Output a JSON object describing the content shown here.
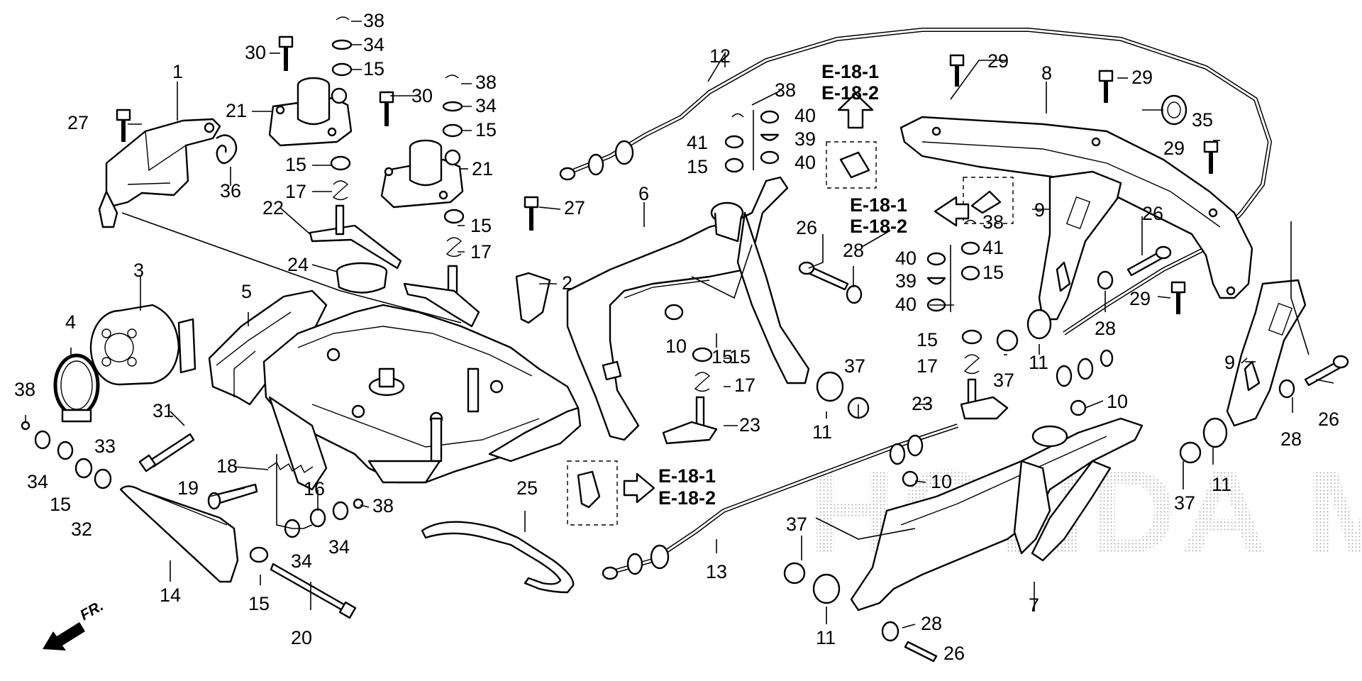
{
  "callouts": {
    "c1": "1",
    "c2": "2",
    "c3": "3",
    "c4": "4",
    "c5": "5",
    "c6": "6",
    "c7": "7",
    "c8": "8",
    "c9a": "9",
    "c9b": "9",
    "c10a": "10",
    "c10b": "10",
    "c10c": "10",
    "c11a": "11",
    "c11b": "11",
    "c11c": "11",
    "c11d": "11",
    "c12": "12",
    "c13": "13",
    "c14": "14",
    "c15a": "15",
    "c15b": "15",
    "c15c": "15",
    "c15d": "15",
    "c15e": "15",
    "c15f": "15",
    "c15g": "15",
    "c15h": "15",
    "c15i": "15",
    "c15j": "15",
    "c15k": "15",
    "c16": "16",
    "c17a": "17",
    "c17b": "17",
    "c17c": "17",
    "c17d": "17",
    "c18": "18",
    "c19": "19",
    "c20": "20",
    "c21a": "21",
    "c21b": "21",
    "c22": "22",
    "c23a": "23",
    "c23b": "23",
    "c24": "24",
    "c25": "25",
    "c26a": "26",
    "c26b": "26",
    "c26c": "26",
    "c26d": "26",
    "c27a": "27",
    "c27b": "27",
    "c28a": "28",
    "c28b": "28",
    "c28c": "28",
    "c28d": "28",
    "c29a": "29",
    "c29b": "29",
    "c29c": "29",
    "c29d": "29",
    "c30a": "30",
    "c30b": "30",
    "c31": "31",
    "c32": "32",
    "c33": "33",
    "c34a": "34",
    "c34b": "34",
    "c34c": "34",
    "c34d": "34",
    "c34e": "34",
    "c35": "35",
    "c36": "36",
    "c37a": "37",
    "c37b": "37",
    "c37c": "37",
    "c37d": "37",
    "c38a": "38",
    "c38b": "38",
    "c38c": "38",
    "c38d": "38",
    "c38e": "38",
    "c38f": "38",
    "c39a": "39",
    "c39b": "39",
    "c40a": "40",
    "c40b": "40",
    "c40c": "40",
    "c40d": "40",
    "c41a": "41",
    "c41b": "41"
  },
  "references": {
    "top_a": "E-18-1",
    "top_b": "E-18-2",
    "mid_a": "E-18-1",
    "mid_b": "E-18-2",
    "bot_a": "E-18-1",
    "bot_b": "E-18-2"
  },
  "direction_label": "FR.",
  "watermark": "HONDA MARINE"
}
